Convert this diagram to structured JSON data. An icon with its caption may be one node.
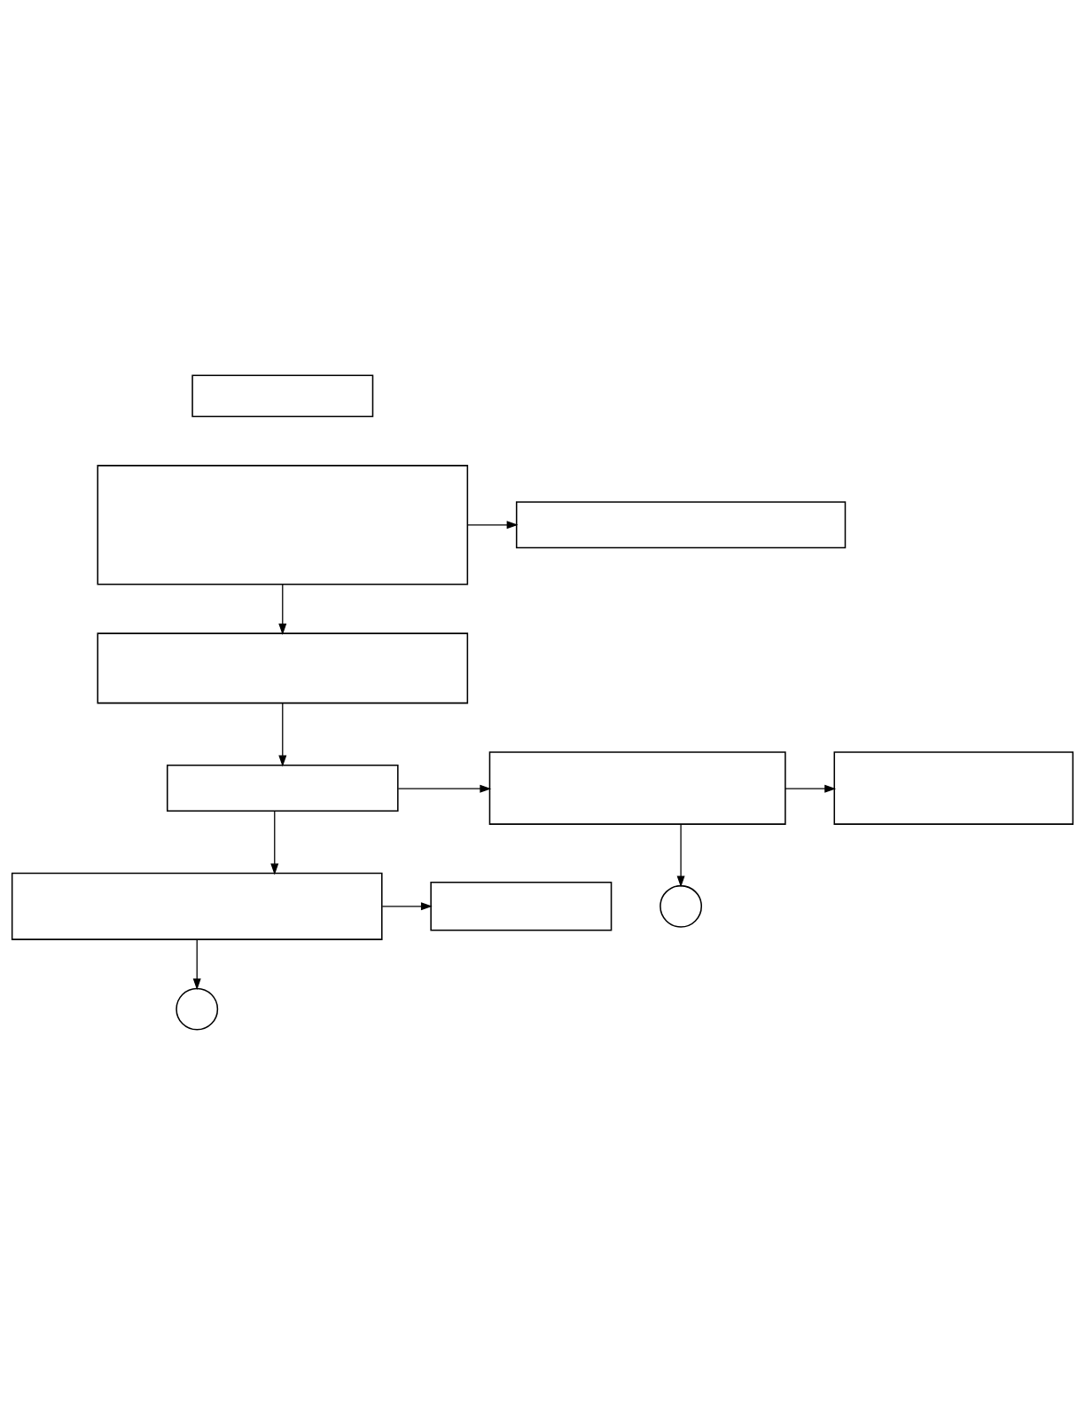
{
  "diagram": {
    "nodes": [
      {
        "text": [],
        "shape": "box"
      },
      {
        "text": [],
        "shape": "box"
      },
      {
        "text": [],
        "shape": "box"
      },
      {
        "text": [],
        "shape": "box"
      },
      {
        "text": [],
        "shape": "box"
      },
      {
        "text": [],
        "shape": "box"
      },
      {
        "text": [],
        "shape": "box"
      },
      {
        "text": [],
        "shape": "circle"
      },
      {
        "text": [],
        "shape": "box"
      },
      {
        "text": [],
        "shape": "box"
      },
      {
        "text": [],
        "shape": "circle"
      }
    ],
    "edges": [
      {
        "from": 1,
        "to": 2,
        "arrow": "to"
      },
      {
        "from": 1,
        "to": 3,
        "arrow": "to"
      },
      {
        "from": 3,
        "to": 4,
        "arrow": "to"
      },
      {
        "from": 4,
        "to": 5,
        "arrow": "to"
      },
      {
        "from": 5,
        "to": 6,
        "arrow": "to"
      },
      {
        "from": 5,
        "to": 7,
        "arrow": "to"
      },
      {
        "from": 4,
        "to": 8,
        "arrow": "to"
      },
      {
        "from": 8,
        "to": 9,
        "arrow": "to"
      },
      {
        "from": 8,
        "to": 10,
        "arrow": "to"
      }
    ]
  }
}
